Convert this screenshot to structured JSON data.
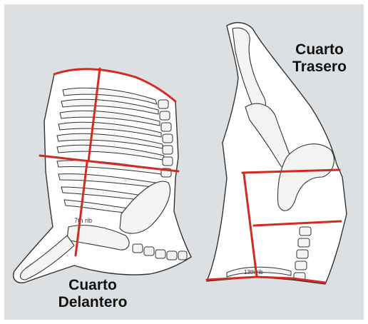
{
  "labels": {
    "front": [
      "Cuarto",
      "Delantero"
    ],
    "hind": [
      "Cuarto",
      "Trasero"
    ]
  },
  "rib_text": "7th rib",
  "vertebra_text": "13th rib",
  "colors": {
    "background": "#dde0e3",
    "cut_line": "#d42a22",
    "outline": "#444444",
    "bone": "#f4f4f2",
    "carcass": "#ffffff"
  }
}
